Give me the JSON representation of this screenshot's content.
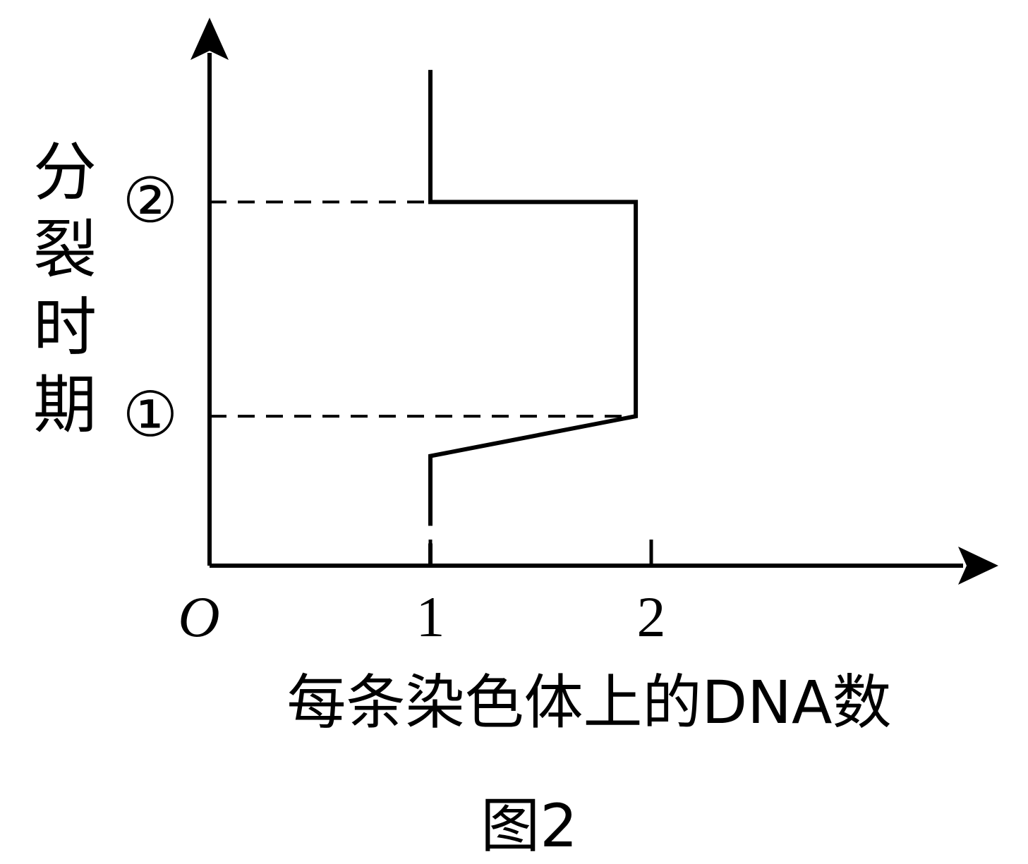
{
  "chart_data": {
    "type": "line",
    "title": "",
    "caption": "图2",
    "xlabel": "每条染色体上的DNA数",
    "ylabel": "分裂时期",
    "origin_label": "O",
    "x_ticks": [
      {
        "value": 1,
        "label": "1"
      },
      {
        "value": 2,
        "label": "2"
      }
    ],
    "y_markers": [
      {
        "id": "stage-1",
        "label": "①",
        "position": 0.3
      },
      {
        "id": "stage-2",
        "label": "②",
        "position": 0.73
      }
    ],
    "ylim": [
      0,
      1.1
    ],
    "xlim": [
      0,
      3.6
    ],
    "series": [
      {
        "points": [
          {
            "x": 1,
            "y": 0.08
          },
          {
            "x": 1,
            "y": 0.22
          },
          {
            "x": 1.93,
            "y": 0.3
          },
          {
            "x": 1.93,
            "y": 0.73
          },
          {
            "x": 1,
            "y": 0.73
          },
          {
            "x": 1,
            "y": 0.995
          }
        ]
      }
    ],
    "grid": false,
    "colors": {
      "line": "#000000",
      "axis": "#000000",
      "text": "#000000"
    }
  }
}
